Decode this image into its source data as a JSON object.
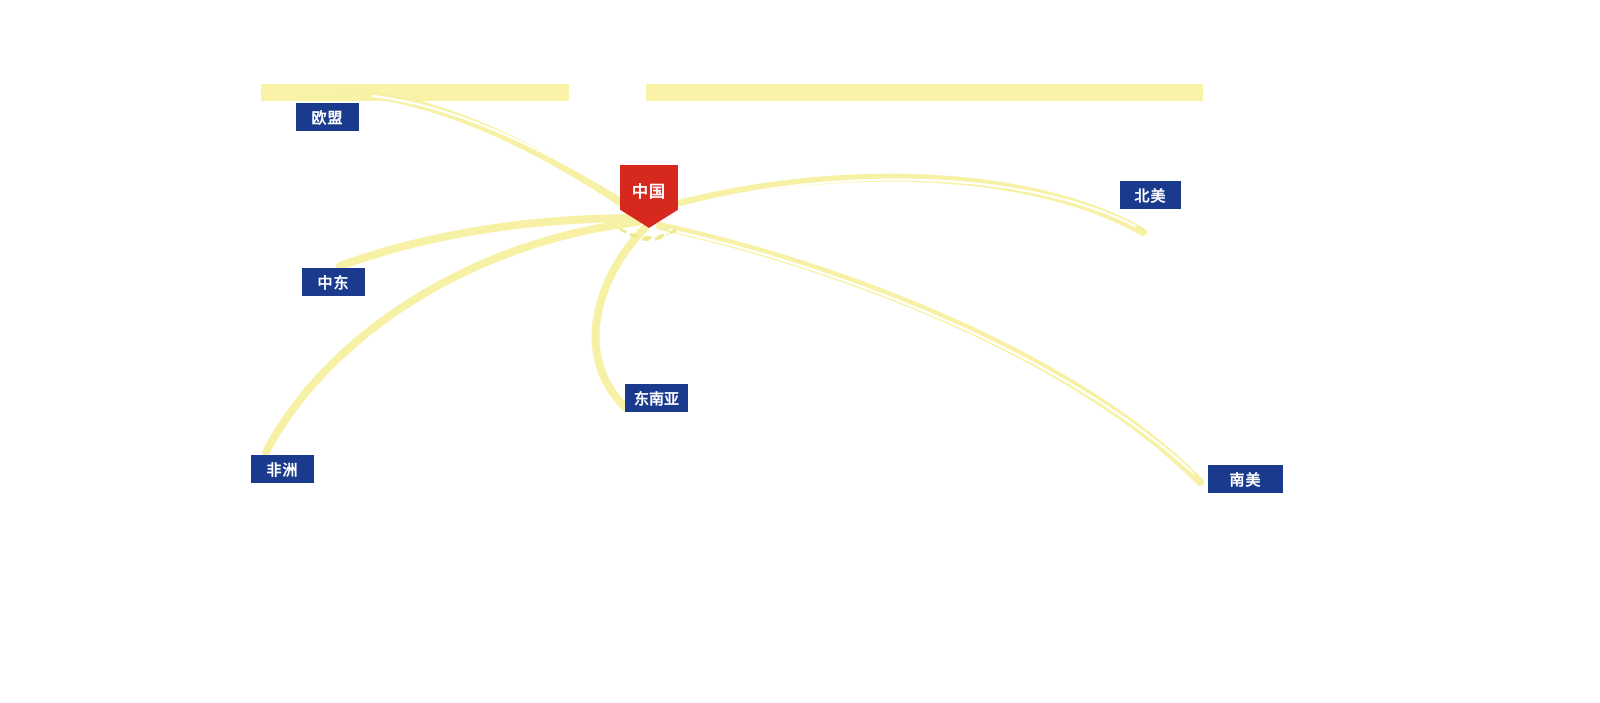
{
  "canvas": {
    "background": "#FFFFFF"
  },
  "map": {
    "hub": {
      "label": "中国"
    },
    "regions": [
      {
        "id": "eu",
        "label": "欧盟"
      },
      {
        "id": "north-america",
        "label": "北美"
      },
      {
        "id": "middle-east",
        "label": "中东"
      },
      {
        "id": "southeast-asia",
        "label": "东南亚"
      },
      {
        "id": "africa",
        "label": "非洲"
      },
      {
        "id": "south-america",
        "label": "南美"
      }
    ],
    "routes": [
      {
        "from": "中国",
        "to": "欧盟"
      },
      {
        "from": "中国",
        "to": "北美"
      },
      {
        "from": "中国",
        "to": "中东"
      },
      {
        "from": "中国",
        "to": "东南亚"
      },
      {
        "from": "中国",
        "to": "非洲"
      },
      {
        "from": "中国",
        "to": "南美"
      }
    ],
    "colors": {
      "route_yellow": "#F7F1A5",
      "ribbon_yellow": "#F8F3A6",
      "hub_red": "#D7281D",
      "tag_navy": "#1A3B8D",
      "tag_text": "#FFFFFF"
    }
  }
}
